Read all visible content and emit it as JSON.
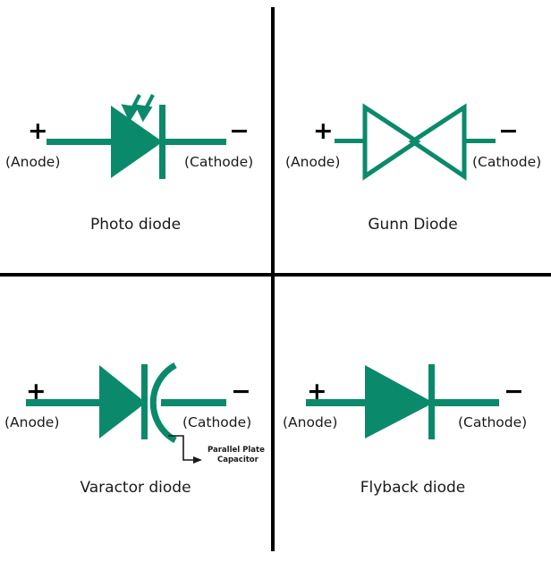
{
  "page": {
    "background_color": "#ffffff",
    "symbol_color": "#0b8a6b",
    "line_color": "#000000",
    "text_color": "#1a1a1a"
  },
  "labels": {
    "plus": "+",
    "minus": "−",
    "anode": "(Anode)",
    "cathode": "(Cathode)"
  },
  "quadrants": [
    {
      "id": "photo-diode",
      "caption": "Photo diode",
      "symbol": "photo-diode-symbol",
      "plus": "+",
      "minus": "−",
      "anode": "(Anode)",
      "cathode": "(Cathode)"
    },
    {
      "id": "gunn-diode",
      "caption": "Gunn Diode",
      "symbol": "gunn-diode-symbol",
      "plus": "+",
      "minus": "−",
      "anode": "(Anode)",
      "cathode": "(Cathode)"
    },
    {
      "id": "varactor-diode",
      "caption": "Varactor diode",
      "symbol": "varactor-diode-symbol",
      "plus": "+",
      "minus": "−",
      "anode": "(Anode)",
      "cathode": "(Cathode)",
      "annotation_line1": "Parallel Plate",
      "annotation_line2": "Capacitor"
    },
    {
      "id": "flyback-diode",
      "caption": "Flyback diode",
      "symbol": "flyback-diode-symbol",
      "plus": "+",
      "minus": "−",
      "anode": "(Anode)",
      "cathode": "(Cathode)"
    }
  ]
}
